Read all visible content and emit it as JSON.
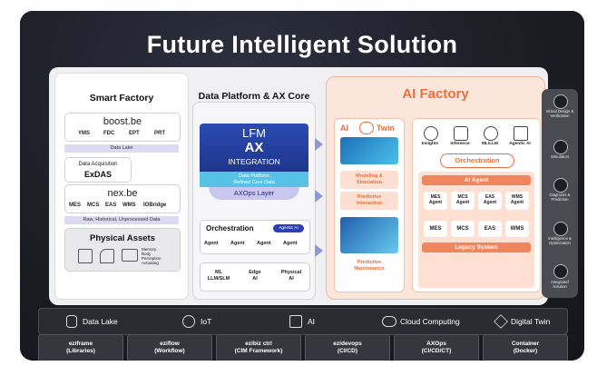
{
  "title": "Future Intelligent Solution",
  "smart_factory": {
    "title": "Smart Factory",
    "boost_logo": "boost.be",
    "boost_modules": [
      "YMS",
      "FDC",
      "EPT",
      "PRT"
    ],
    "data_lake": "Data Lake",
    "acquisition_label": "Data Acquisition",
    "acquisition_name": "ExDAS",
    "nex_logo": "nex.be",
    "nex_modules": [
      "MES",
      "MCS",
      "EAS",
      "WMS",
      "IOBridge"
    ],
    "raw_data": "Raw, Historical, Unprocessed Data",
    "physical_title": "Physical Assets",
    "physical_items": [
      "Memory",
      "Body",
      "Perception",
      "Actuating"
    ]
  },
  "data_platform": {
    "title": "Data Platform & AX Core",
    "lfm": "LFM",
    "ax": "AX",
    "integration": "INTEGRATION",
    "refined_1": "Data Platform",
    "refined_2": "Refined Core Data",
    "axops": "AXOps Layer",
    "orchestration": "Orchestration",
    "agentic_badge": "Agentic AI",
    "agents": [
      "Agent",
      "Agent",
      "Agent",
      "Agent"
    ],
    "ml": [
      "ML",
      "LLM/SLM"
    ],
    "edge": [
      "Edge",
      "AI"
    ],
    "physical": [
      "Physical",
      "AI"
    ]
  },
  "ai_factory": {
    "title": "AI Factory",
    "twin_left": "AI",
    "twin_right": "Twin",
    "modeling_1": "Modeling &",
    "modeling_2": "Simulation",
    "predictive_1": "Predictive",
    "predictive_2": "Interaction",
    "maintenance_1": "Predictive",
    "maintenance_2": "Maintenance",
    "capabilities": [
      "Insights",
      "Inference",
      "ML/LLM",
      "Agentic AI"
    ],
    "orchestration": "Orchestration",
    "ai_agent": "AI Agent",
    "agent_names": [
      [
        "MES",
        "Agent"
      ],
      [
        "MCS",
        "Agent"
      ],
      [
        "EAS",
        "Agent"
      ],
      [
        "WMS",
        "Agent"
      ]
    ],
    "systems": [
      "MES",
      "MCS",
      "EAS",
      "WMS"
    ],
    "legacy": "Legacy System"
  },
  "sidebar": [
    {
      "label1": "Virtual Design &",
      "label2": "Verification",
      "icon": "network-icon"
    },
    {
      "label1": "Simulation",
      "label2": "",
      "icon": "gear-icon"
    },
    {
      "label1": "Diagnosis &",
      "label2": "Prediction",
      "icon": "search-icon"
    },
    {
      "label1": "Intelligence &",
      "label2": "Optimization",
      "icon": "brain-icon"
    },
    {
      "label1": "Integrated",
      "label2": "Solution",
      "icon": "stack-icon"
    }
  ],
  "tech_bar": [
    {
      "label": "Data Lake",
      "icon": "database-icon"
    },
    {
      "label": "IoT",
      "icon": "iot-icon"
    },
    {
      "label": "AI",
      "icon": "ai-chip-icon"
    },
    {
      "label": "Cloud Computing",
      "icon": "cloud-icon"
    },
    {
      "label": "Digital Twin",
      "icon": "cube-icon"
    }
  ],
  "frameworks": [
    {
      "name": "eziframe",
      "sub": "(Libraries)"
    },
    {
      "name": "eziflow",
      "sub": "(Workflow)"
    },
    {
      "name": "ezibiz ctrl",
      "sub": "(CIM Framework)"
    },
    {
      "name": "ezidevops",
      "sub": "(CI/CD)"
    },
    {
      "name": "AXOps",
      "sub": "(CI/CD/CT)"
    },
    {
      "name": "Container",
      "sub": "(Docker)"
    }
  ],
  "colors": {
    "accent": "#f0865d",
    "navy": "#1f3a93",
    "lavender": "#dcd9f2"
  }
}
